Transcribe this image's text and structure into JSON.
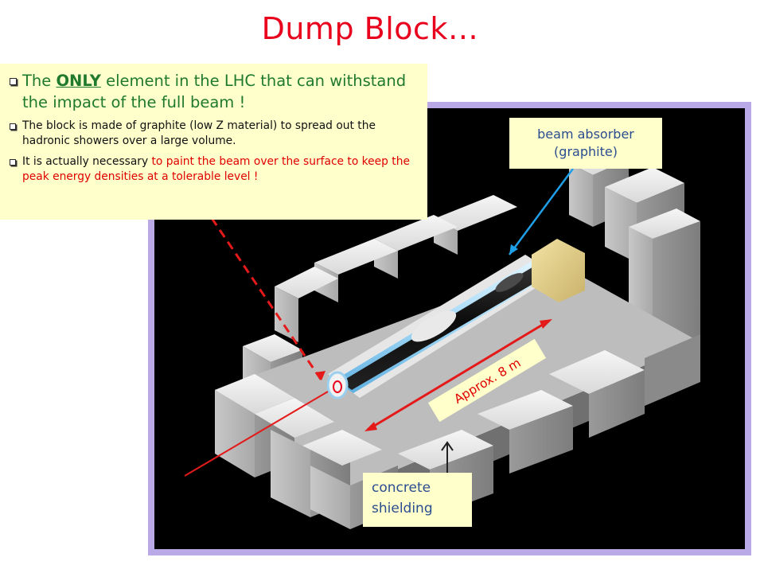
{
  "title": "Dump Block…",
  "info": {
    "bullet1_pre": "The ",
    "bullet1_emph": "ONLY",
    "bullet1_post": " element in the LHC that can withstand the impact of the full beam !",
    "bullet2": "The block is made of graphite (low Z material) to spread out the hadronic showers over a large volume.",
    "bullet3_pre": "It is actually necessary ",
    "bullet3_red": "to paint the beam over the surface to keep the peak energy densities at a tolerable level !"
  },
  "labels": {
    "absorber_line1": "beam absorber",
    "absorber_line2": "(graphite)",
    "length": "Approx. 8 m",
    "concrete_line1": "concrete",
    "concrete_line2": "shielding"
  },
  "colors": {
    "title": "#e8001c",
    "note_background": "#ffffcc",
    "frame": "#b9a9e6",
    "headline": "#1f7a2e",
    "emphasis_red": "#e00000",
    "label_text": "#2a4d8f"
  }
}
